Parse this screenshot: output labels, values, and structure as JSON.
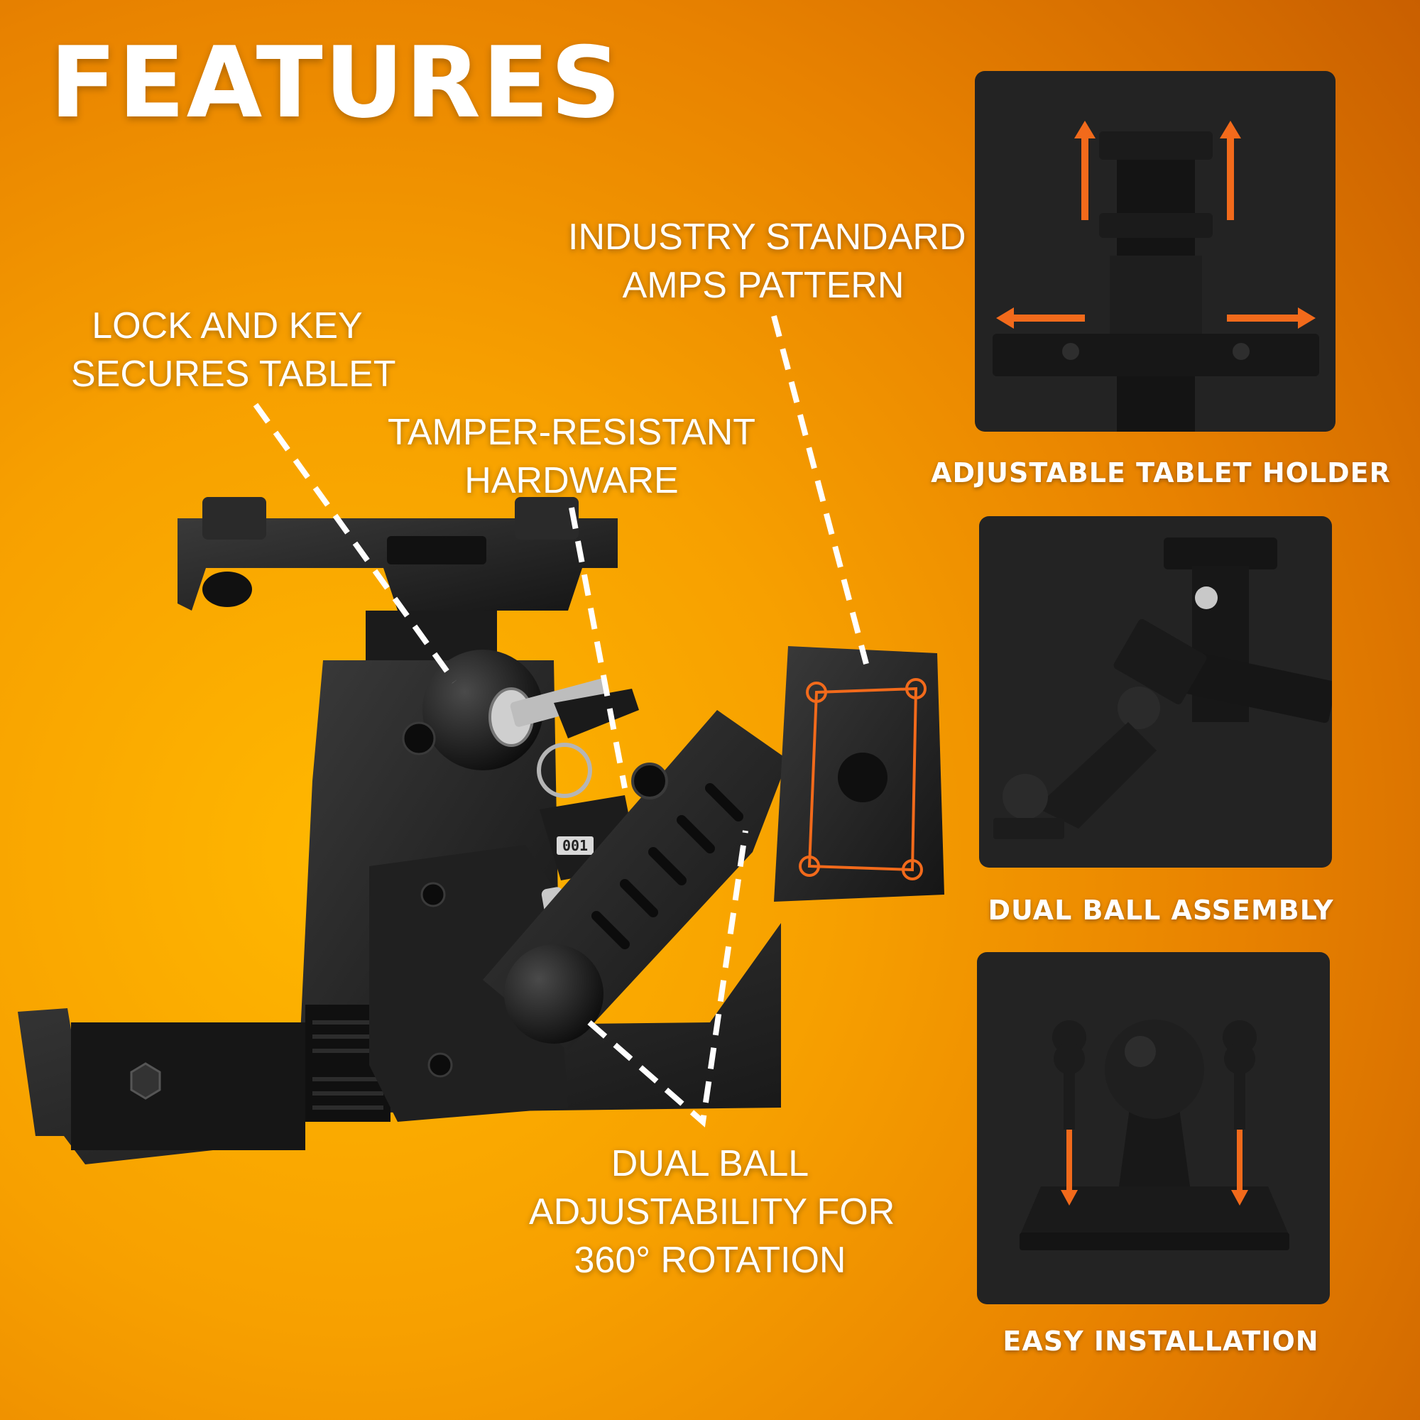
{
  "headline": "FEATURES",
  "callouts": {
    "lock_line1": "LOCK AND KEY",
    "lock_line2": "SECURES TABLET",
    "tamper_line1": "TAMPER-RESISTANT",
    "tamper_line2": "HARDWARE",
    "amps_line1": "INDUSTRY STANDARD",
    "amps_line2": "AMPS PATTERN",
    "ball_line1": "DUAL BALL",
    "ball_line2": "ADJUSTABILITY FOR",
    "ball_line3": "360° ROTATION"
  },
  "panels": [
    {
      "caption": "ADJUSTABLE TABLET HOLDER"
    },
    {
      "caption": "DUAL BALL ASSEMBLY"
    },
    {
      "caption": "EASY INSTALLATION"
    }
  ],
  "key_tag": "001",
  "colors": {
    "background": "#f7a000",
    "accent": "#f26a1b",
    "panel": "#232323",
    "product": "#1f1f1f"
  }
}
